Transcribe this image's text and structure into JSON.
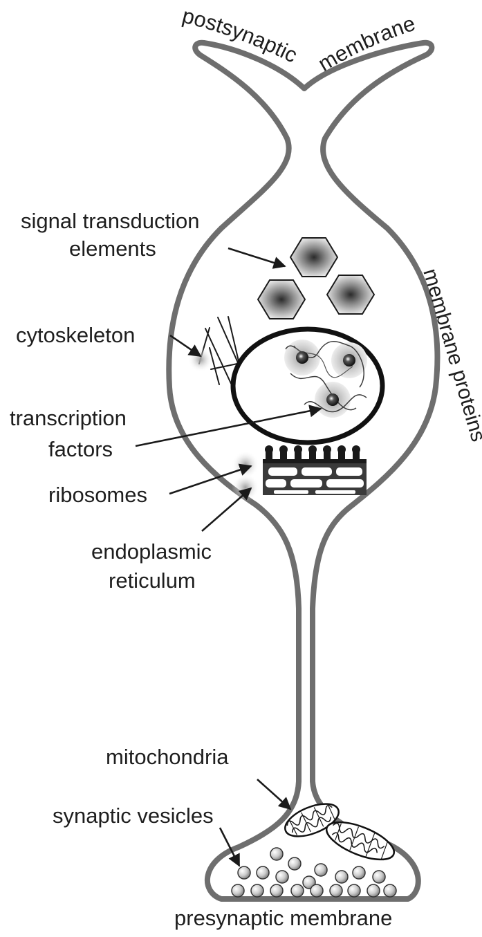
{
  "diagram": {
    "labels": {
      "postsynaptic": "postsynaptic",
      "membrane_top": "membrane",
      "membrane_proteins": "membrane proteins",
      "signal_line1": "signal transduction",
      "signal_line2": "elements",
      "cytoskeleton": "cytoskeleton",
      "transcription_line1": "transcription",
      "transcription_line2": "factors",
      "ribosomes": "ribosomes",
      "er_line1": "endoplasmic",
      "er_line2": "reticulum",
      "mitochondria": "mitochondria",
      "synaptic_vesicles": "synaptic vesicles",
      "presynaptic_membrane": "presynaptic membrane"
    },
    "colors": {
      "membrane": "#6e6e6e",
      "outline": "#111111",
      "text": "#1e1e1e",
      "halo": "#bdbdbd",
      "background": "#ffffff"
    }
  }
}
